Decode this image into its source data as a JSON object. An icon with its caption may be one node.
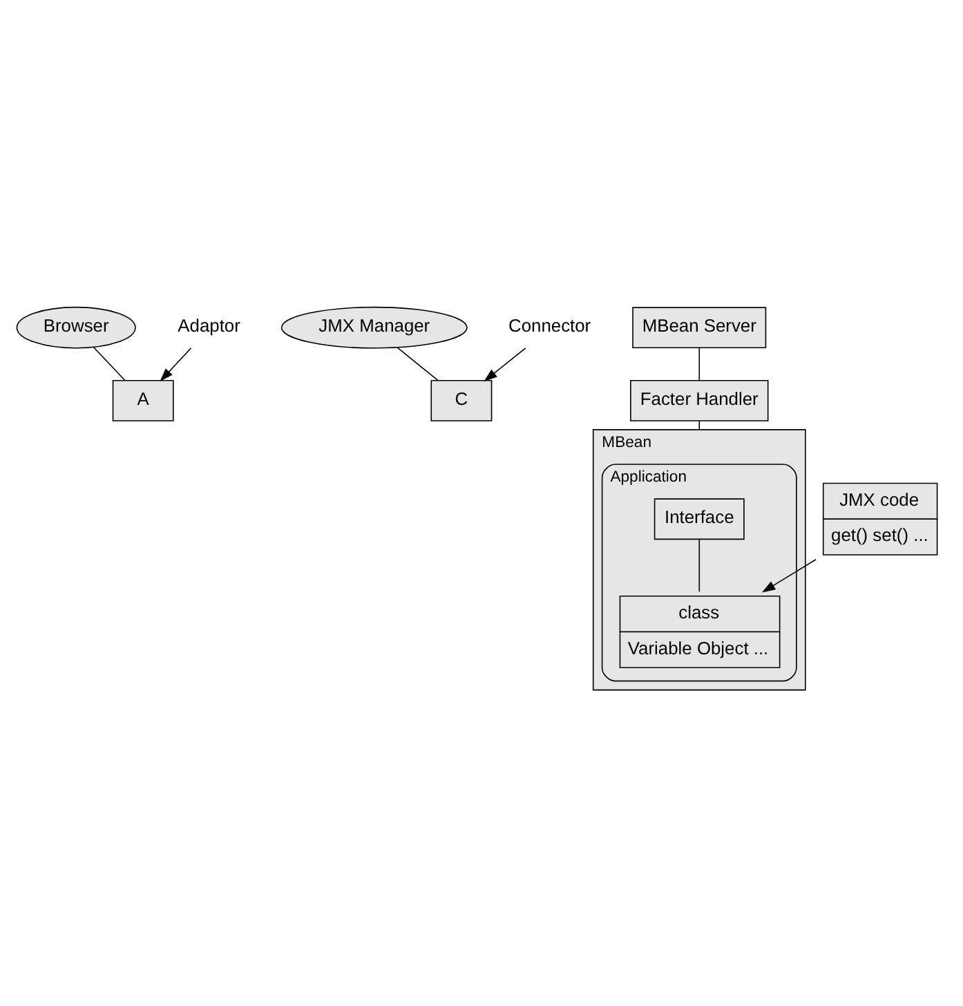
{
  "diagram": {
    "nodes": [
      {
        "text": [
          "Browser"
        ]
      },
      {
        "text": [
          "JMX Manager"
        ]
      },
      {
        "text": [
          "Adaptor"
        ]
      },
      {
        "text": [
          "A"
        ]
      },
      {
        "text": [
          "Connector"
        ]
      },
      {
        "text": [
          "C"
        ]
      },
      {
        "text": [
          "MBean Server"
        ]
      },
      {
        "text": [
          "Facter Handler"
        ]
      },
      {
        "text": [
          "MBean"
        ]
      },
      {
        "text": [
          "Application"
        ],
        "in": 8
      },
      {
        "text": [
          "Interface"
        ],
        "in": 9
      },
      {
        "text": [
          "class",
          "Variable Object ..."
        ],
        "in": 9
      },
      {
        "text": [
          "JMX code",
          "get() set() ..."
        ]
      }
    ],
    "edges": [
      {
        "from": 0,
        "to": 3,
        "arrow": "none"
      },
      {
        "from": 1,
        "to": 5,
        "arrow": "none"
      },
      {
        "from": 2,
        "to": 3,
        "arrow": "to"
      },
      {
        "from": 4,
        "to": 5,
        "arrow": "to"
      },
      {
        "from": 6,
        "to": 7,
        "arrow": "none"
      },
      {
        "from": 7,
        "to": 8,
        "arrow": "none"
      },
      {
        "from": 10,
        "to": 11,
        "arrow": "none"
      },
      {
        "from": 12,
        "to": 11,
        "arrow": "to"
      }
    ]
  }
}
